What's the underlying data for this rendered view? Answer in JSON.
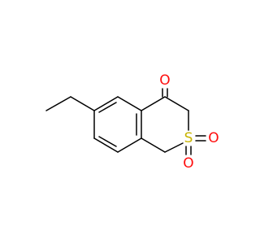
{
  "molecule": {
    "atoms": [
      {
        "id": "O1",
        "symbol": "O",
        "color": "#ff0d0d",
        "name": "ketone-oxygen"
      },
      {
        "id": "S1",
        "symbol": "S",
        "color": "#c8b400",
        "name": "sulfur-atom"
      },
      {
        "id": "O2",
        "symbol": "O",
        "color": "#ff0d0d",
        "name": "sulfonyl-oxygen-right"
      },
      {
        "id": "O3",
        "symbol": "O",
        "color": "#ff0d0d",
        "name": "sulfonyl-oxygen-bottom"
      }
    ],
    "bond_color": "#000000",
    "background": "#ffffff"
  }
}
